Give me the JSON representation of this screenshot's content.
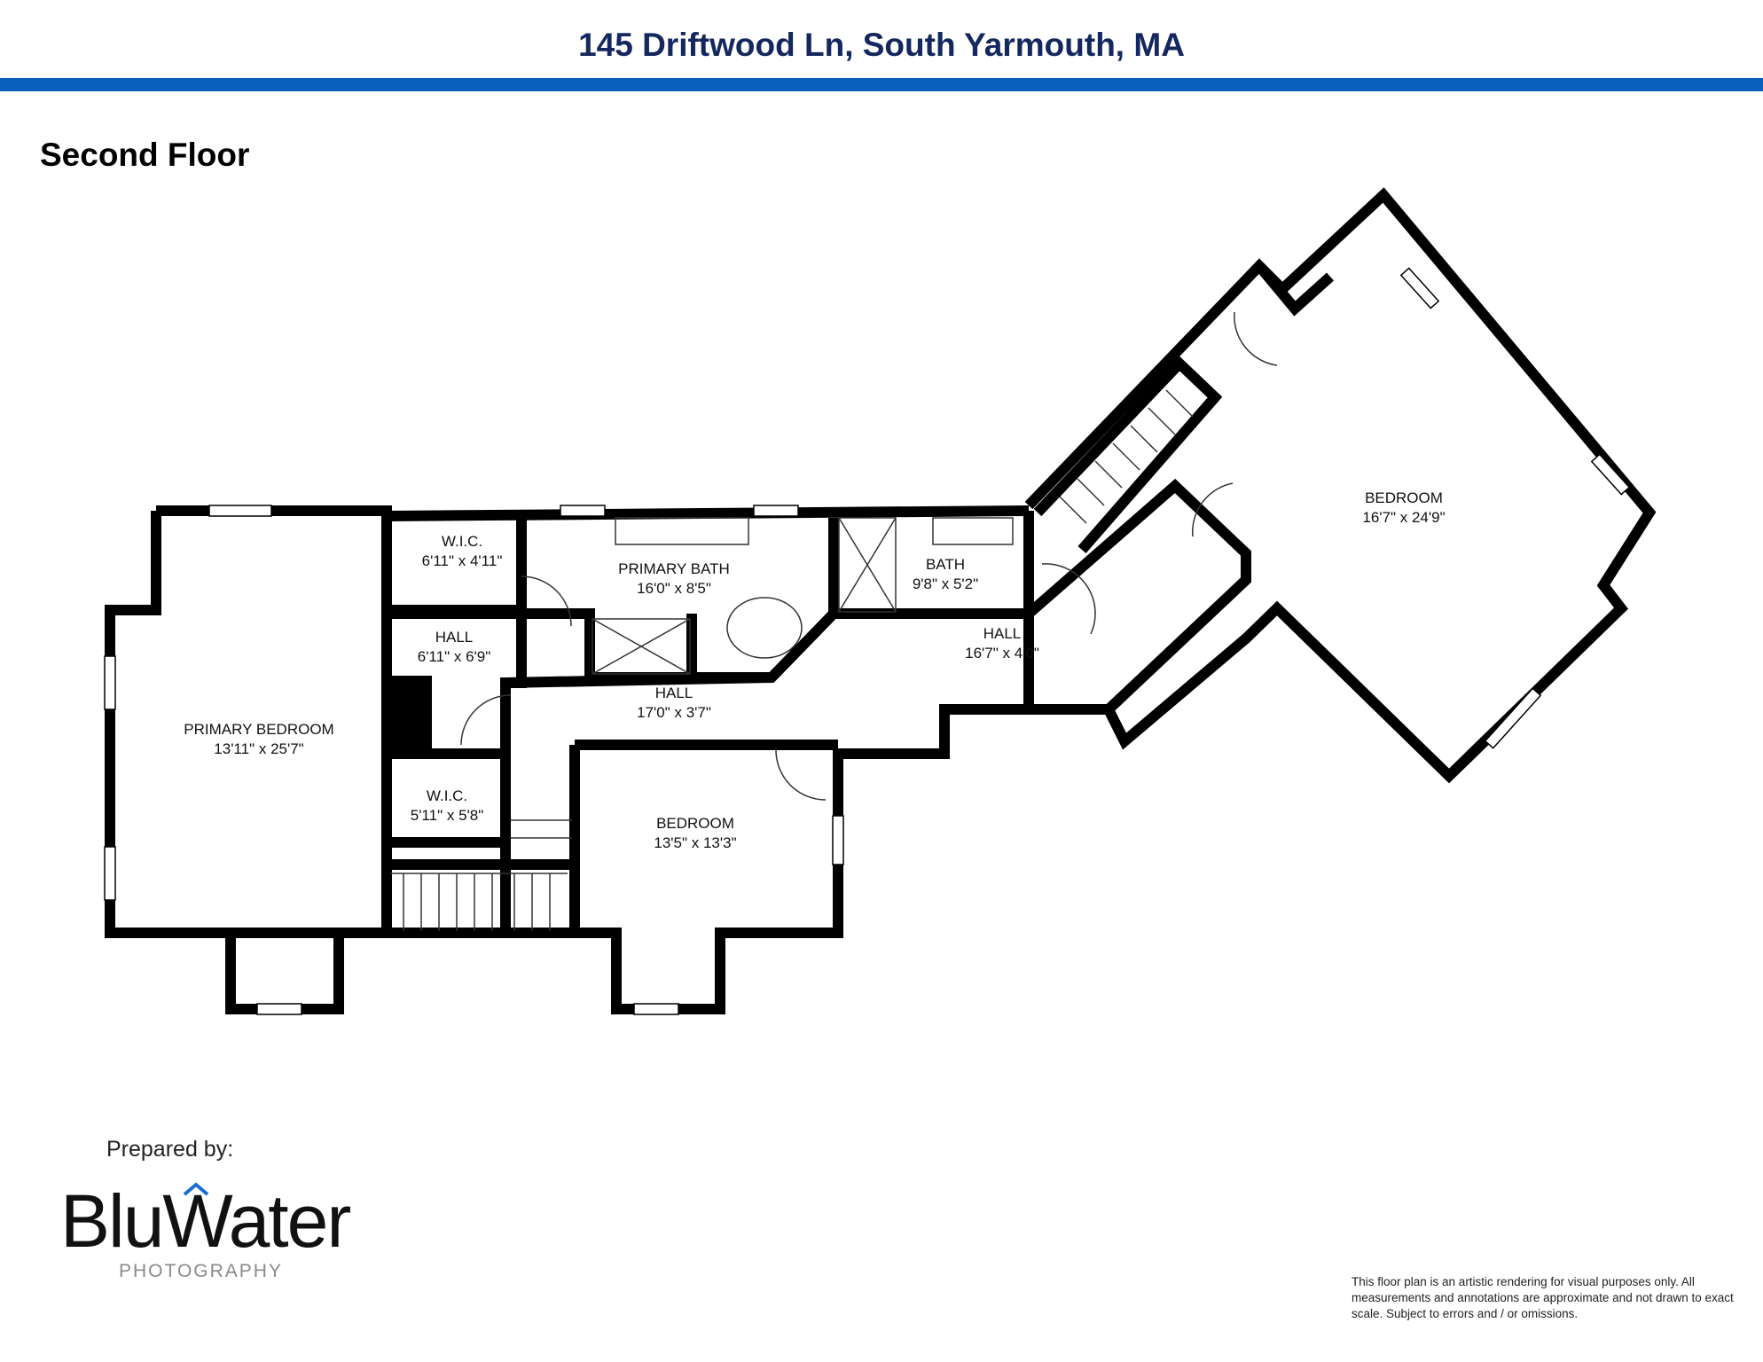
{
  "header": {
    "address": "145 Driftwood Ln, South Yarmouth, MA",
    "bar_color": "#0a5fbf",
    "title_color": "#14275f"
  },
  "floor": {
    "title": "Second Floor"
  },
  "rooms": [
    {
      "name": "PRIMARY BEDROOM",
      "dims": "13'11\" x 25'7\""
    },
    {
      "name": "W.I.C.",
      "dims": "6'11\" x 4'11\""
    },
    {
      "name": "HALL",
      "dims": "6'11\" x 6'9\""
    },
    {
      "name": "W.I.C.",
      "dims": "5'11\" x 5'8\""
    },
    {
      "name": "PRIMARY BATH",
      "dims": "16'0\" x 8'5\""
    },
    {
      "name": "BATH",
      "dims": "9'8\" x 5'2\""
    },
    {
      "name": "HALL",
      "dims": "17'0\" x 3'7\""
    },
    {
      "name": "HALL",
      "dims": "16'7\" x 4'0\""
    },
    {
      "name": "BEDROOM",
      "dims": "13'5\" x 13'3\""
    },
    {
      "name": "BEDROOM",
      "dims": "16'7\" x 24'9\""
    }
  ],
  "footer": {
    "prepared_by": "Prepared by:",
    "logo_word": "BluWater",
    "logo_sub": "PHOTOGRAPHY",
    "disclaimer": "This floor plan is an artistic rendering for visual purposes only.  All measurements and annotations are approximate and not drawn to exact scale. Subject to errors and / or omissions."
  }
}
